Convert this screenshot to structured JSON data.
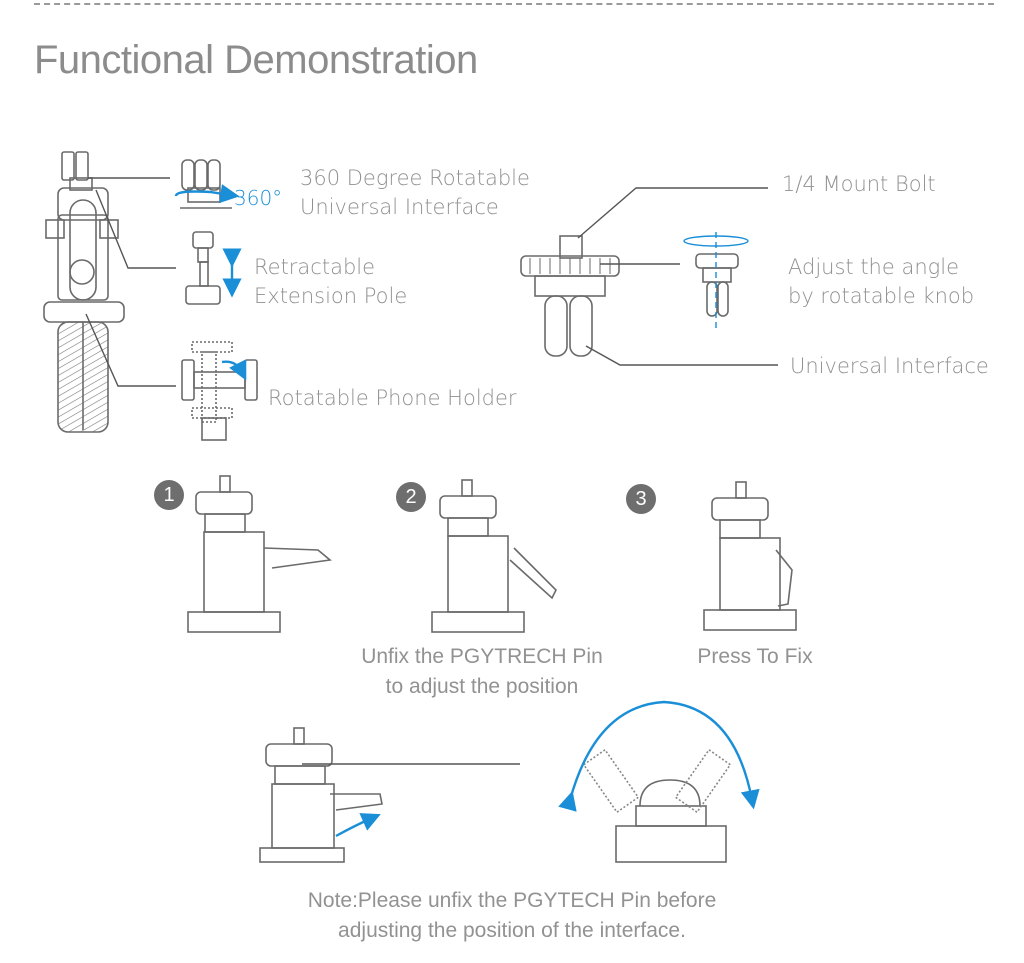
{
  "page": {
    "title": "Functional Demonstration"
  },
  "accent_color": "#1a8fd8",
  "line_color": "#5a5a5a",
  "callouts_left": {
    "rotatable_interface": {
      "line1": "360 Degree Rotatable",
      "line2": "Universal Interface",
      "badge": "360°"
    },
    "extension_pole": {
      "line1": "Retractable",
      "line2": "Extension Pole"
    },
    "phone_holder": {
      "line1": "Rotatable Phone Holder"
    }
  },
  "callouts_right": {
    "mount_bolt": "1/4 Mount Bolt",
    "adjust_angle": {
      "line1": "Adjust the angle",
      "line2": "by rotatable knob"
    },
    "universal_interface": "Universal Interface"
  },
  "steps": [
    {
      "number": "1",
      "caption": ""
    },
    {
      "number": "2",
      "caption_line1": "Unfix the PGYTRECH Pin",
      "caption_line2": "to adjust the position"
    },
    {
      "number": "3",
      "caption_line1": "Press To Fix"
    }
  ],
  "note": {
    "line1": "Note:Please unfix the PGYTECH Pin before",
    "line2": "adjusting the position of the interface."
  },
  "icons": {
    "rotate_360": "rotate-arrow-icon",
    "extend": "double-arrow-vertical-icon",
    "rotate_knob": "circular-arrow-icon",
    "swing": "arc-double-arrow-icon"
  }
}
